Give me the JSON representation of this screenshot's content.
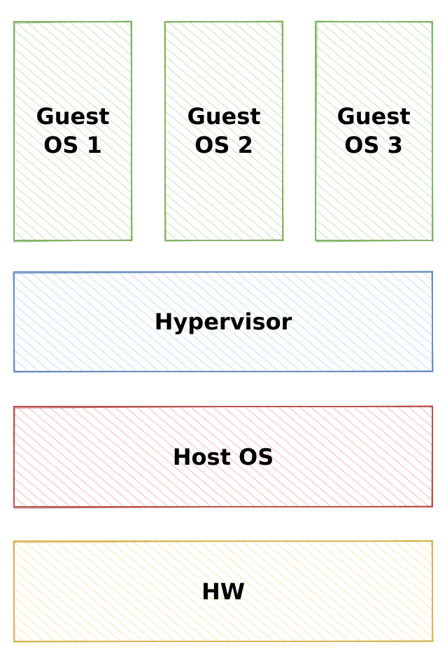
{
  "guests": [
    {
      "line1": "Guest",
      "line2": "OS 1"
    },
    {
      "line1": "Guest",
      "line2": "OS 2"
    },
    {
      "line1": "Guest",
      "line2": "OS 3"
    }
  ],
  "layers": {
    "hypervisor": "Hypervisor",
    "host_os": "Host OS",
    "hw": "HW"
  },
  "colors": {
    "guest_stroke": "#82b366",
    "guest_fill": "#d5e8d4",
    "hypervisor_stroke": "#6c8ebf",
    "hypervisor_fill": "#dae8fc",
    "host_stroke": "#b85450",
    "host_fill": "#f8cecc",
    "hw_stroke": "#d6b656",
    "hw_fill": "#fff2cc"
  }
}
